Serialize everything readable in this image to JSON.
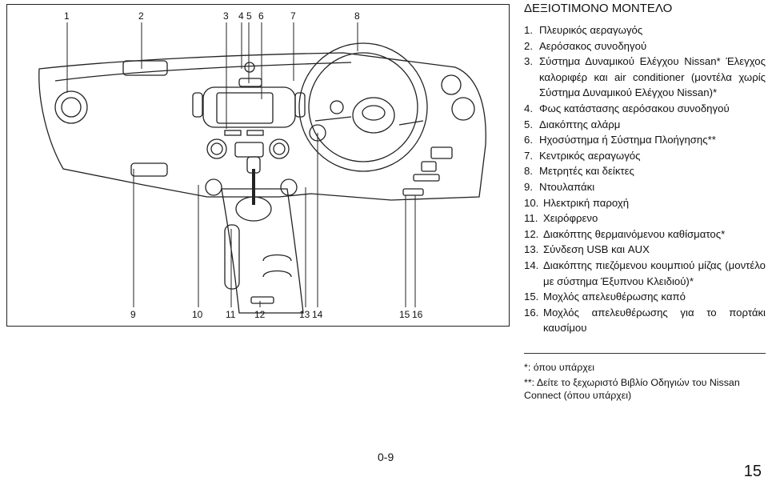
{
  "diagram": {
    "top_callouts": [
      "1",
      "2",
      "3",
      "4",
      "5",
      "6",
      "7",
      "8"
    ],
    "bottom_callouts": [
      "9",
      "10",
      "11",
      "12",
      "13",
      "14",
      "15",
      "16"
    ]
  },
  "panel": {
    "title": "ΔΕΞΙΟΤΙΜΟΝΟ ΜΟΝΤΕΛΟ",
    "items": [
      {
        "num": "1.",
        "text": "Πλευρικός αεραγωγός"
      },
      {
        "num": "2.",
        "text": "Αερόσακος συνοδηγού"
      },
      {
        "num": "3.",
        "text": "Σύστημα Δυναμικού Ελέγχου Nissan* Έλεγχος καλοριφέρ και air conditioner (μοντέλα χωρίς Σύστημα Δυναμικού Ελέγχου Nissan)*"
      },
      {
        "num": "4.",
        "text": "Φως κατάστασης αερόσακου συνοδηγού"
      },
      {
        "num": "5.",
        "text": "Διακόπτης αλάρμ"
      },
      {
        "num": "6.",
        "text": "Ηχοσύστημα ή Σύστημα Πλοήγησης**"
      },
      {
        "num": "7.",
        "text": "Κεντρικός αεραγωγός"
      },
      {
        "num": "8.",
        "text": "Μετρητές και δείκτες"
      },
      {
        "num": "9.",
        "text": "Ντουλαπάκι"
      },
      {
        "num": "10.",
        "text": "Ηλεκτρική παροχή"
      },
      {
        "num": "11.",
        "text": "Χειρόφρενο"
      },
      {
        "num": "12.",
        "text": "Διακόπτης θερμαινόμενου καθίσματος*"
      },
      {
        "num": "13.",
        "text": "Σύνδεση USB και AUX"
      },
      {
        "num": "14.",
        "text": "Διακόπτης πιεζόμενου κουμπιού μίζας (μοντέλο με σύστημα Έξυπνου Κλειδιού)*"
      },
      {
        "num": "15.",
        "text": "Μοχλός απελευθέρωσης καπό"
      },
      {
        "num": "16.",
        "text": "Μοχλός απελευθέρωσης για το πορτάκι καυσίμου"
      }
    ]
  },
  "footnotes": {
    "f1": "*: όπου υπάρχει",
    "f2": "**: Δείτε το ξεχωριστό Βιβλίο Οδηγιών του Nissan Connect (όπου υπάρχει)"
  },
  "page": {
    "section": "0-9",
    "number": "15"
  }
}
